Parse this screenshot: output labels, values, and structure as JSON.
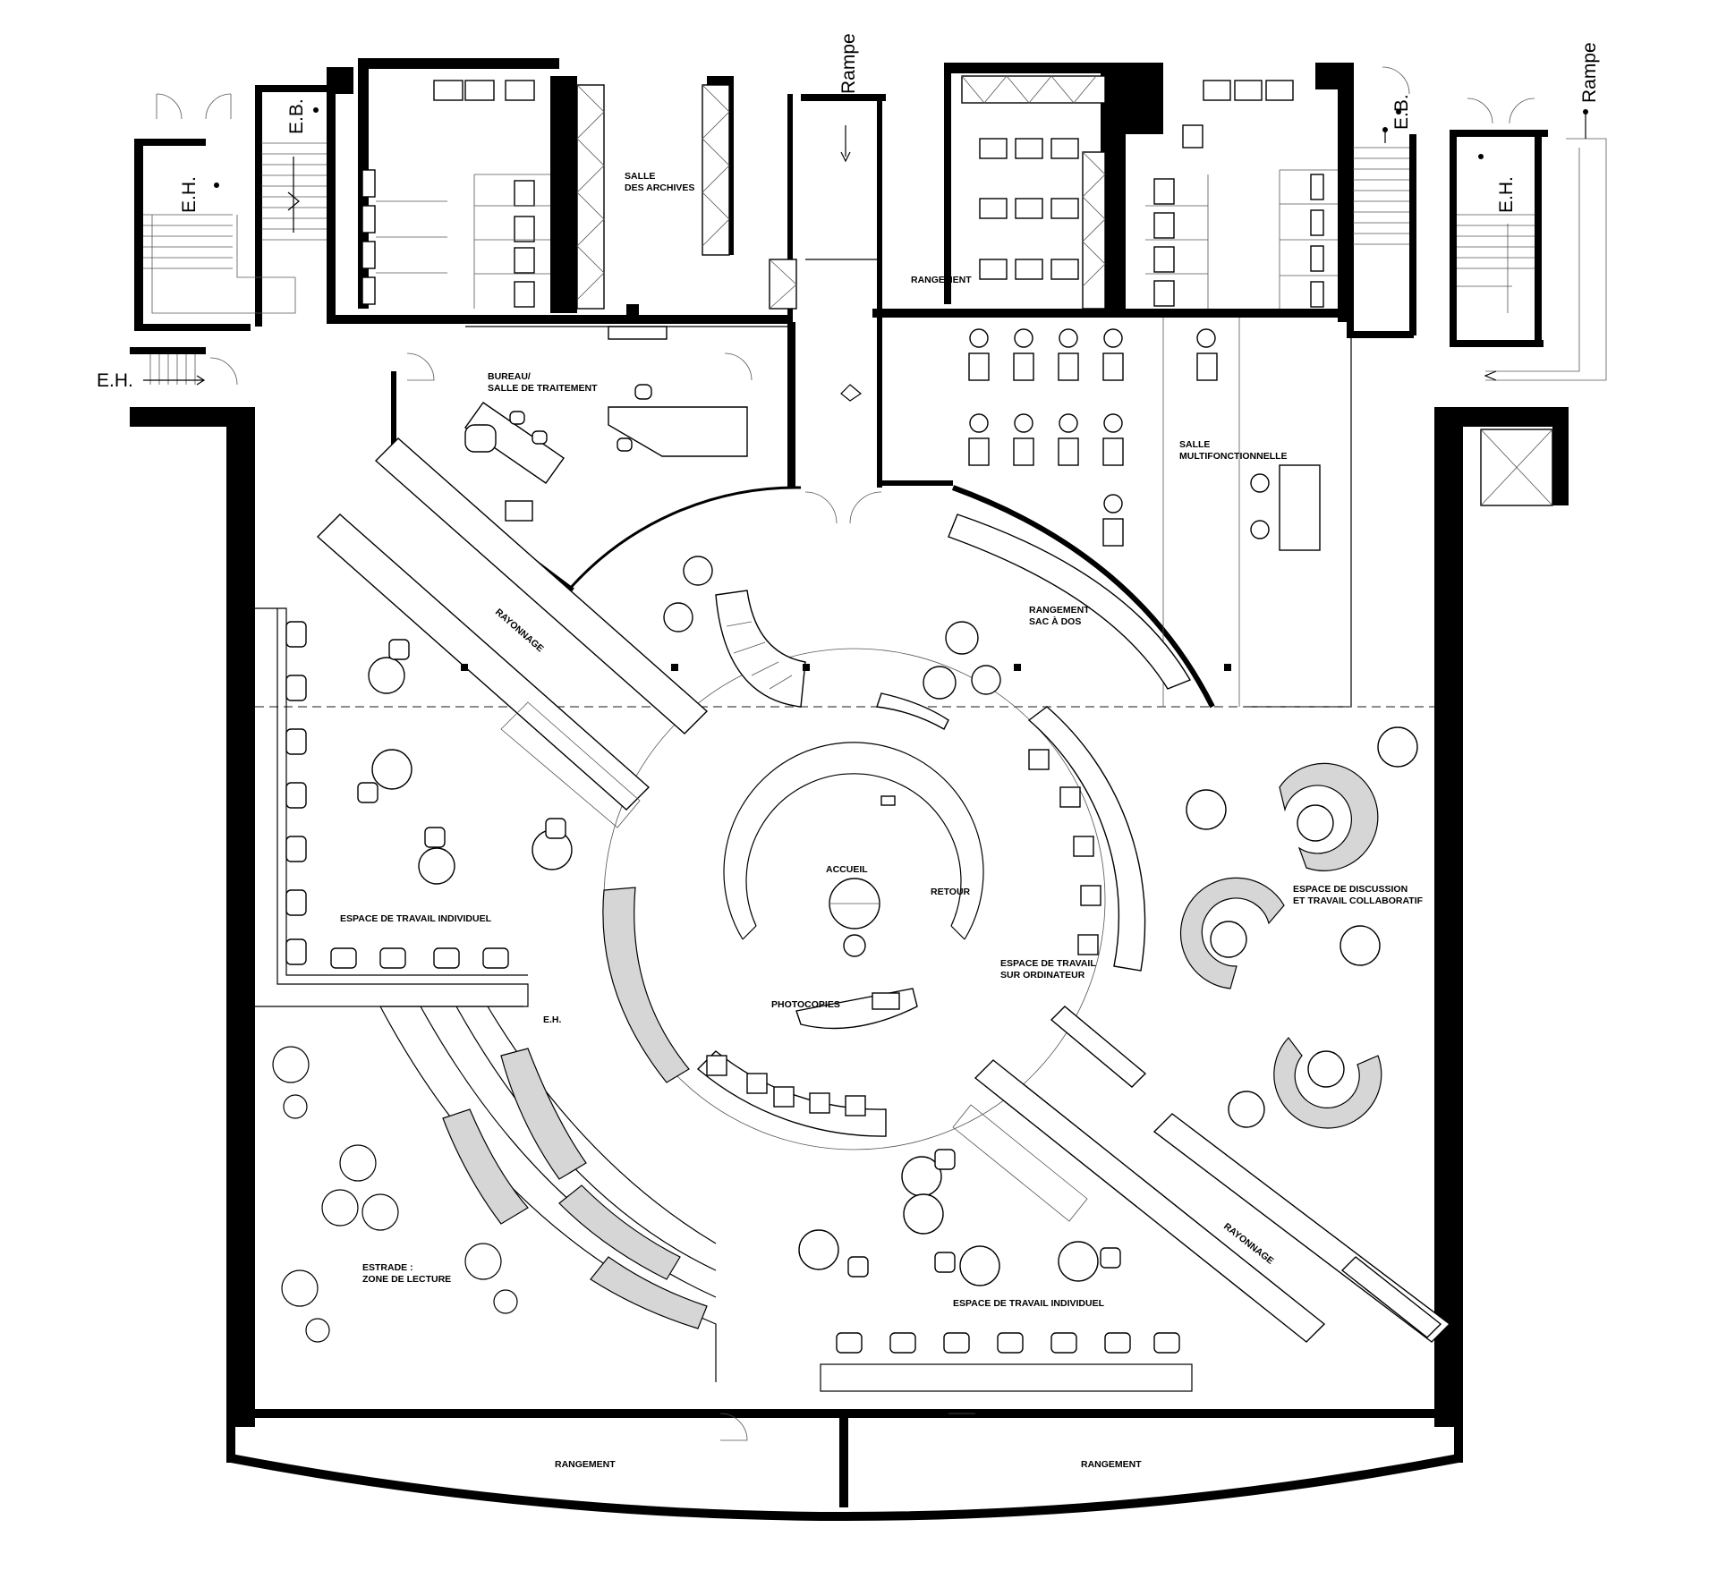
{
  "labels": {
    "rampe_center": "Rampe",
    "rampe_right": "Rampe",
    "eb_left": "E.B.",
    "eb_right": "E.B.",
    "eh_left": "E.H.",
    "eh_right": "E.H.",
    "eh_side": "E.H.",
    "archives": [
      "SALLE",
      "DES ARCHIVES"
    ],
    "rangement_top": "RANGEMENT",
    "bureau": [
      "BUREAU/",
      "SALLE DE TRAITEMENT"
    ],
    "multi": [
      "SALLE",
      "MULTIFONCTIONNELLE"
    ],
    "sac": [
      "RANGEMENT",
      "SAC À DOS"
    ],
    "rayonnage_left": "RAYONNAGE",
    "rayonnage_right": "RAYONNAGE",
    "accueil": "ACCUEIL",
    "retour": "RETOUR",
    "photocopies": "PHOTOCOPIES",
    "ordinateur": [
      "ESPACE DE TRAVAIL",
      "SUR ORDINATEUR"
    ],
    "discussion": [
      "ESPACE DE DISCUSSION",
      "ET TRAVAIL COLLABORATIF"
    ],
    "individuel_left": "ESPACE DE TRAVAIL INDIVIDUEL",
    "individuel_right": "ESPACE DE TRAVAIL INDIVIDUEL",
    "estrade": [
      "ESTRADE :",
      "ZONE DE LECTURE"
    ],
    "rangement_bl": "RANGEMENT",
    "rangement_br": "RANGEMENT",
    "eh_small": "E.H."
  }
}
